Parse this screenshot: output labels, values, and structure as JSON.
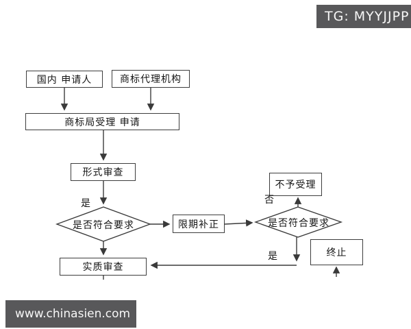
{
  "overlay": {
    "tg_badge": "TG: MYYJJPP",
    "website": "www.chinasien.com"
  },
  "colors": {
    "overlay_bg": "#58585a",
    "line": "#3a3a3a",
    "node_border": "#3c3c3c",
    "node_bg": "#ffffff",
    "canvas_bg": "#ffffff"
  },
  "flowchart": {
    "nodes": {
      "domestic_applicant": "国内 申请人",
      "trademark_agency": "商标代理机构",
      "office_accepts": "商标局受理 申请",
      "formal_examination": "形式审查",
      "meets_requirements_left": "是否符合要求",
      "deadline_correction": "限期补正",
      "meets_requirements_right": "是否符合要求",
      "not_accepted": "不予受理",
      "terminate": "终止",
      "substantive_examination": "实质审查"
    },
    "labels": {
      "yes_left": "是",
      "no_right": "否",
      "yes_right": "是"
    }
  }
}
